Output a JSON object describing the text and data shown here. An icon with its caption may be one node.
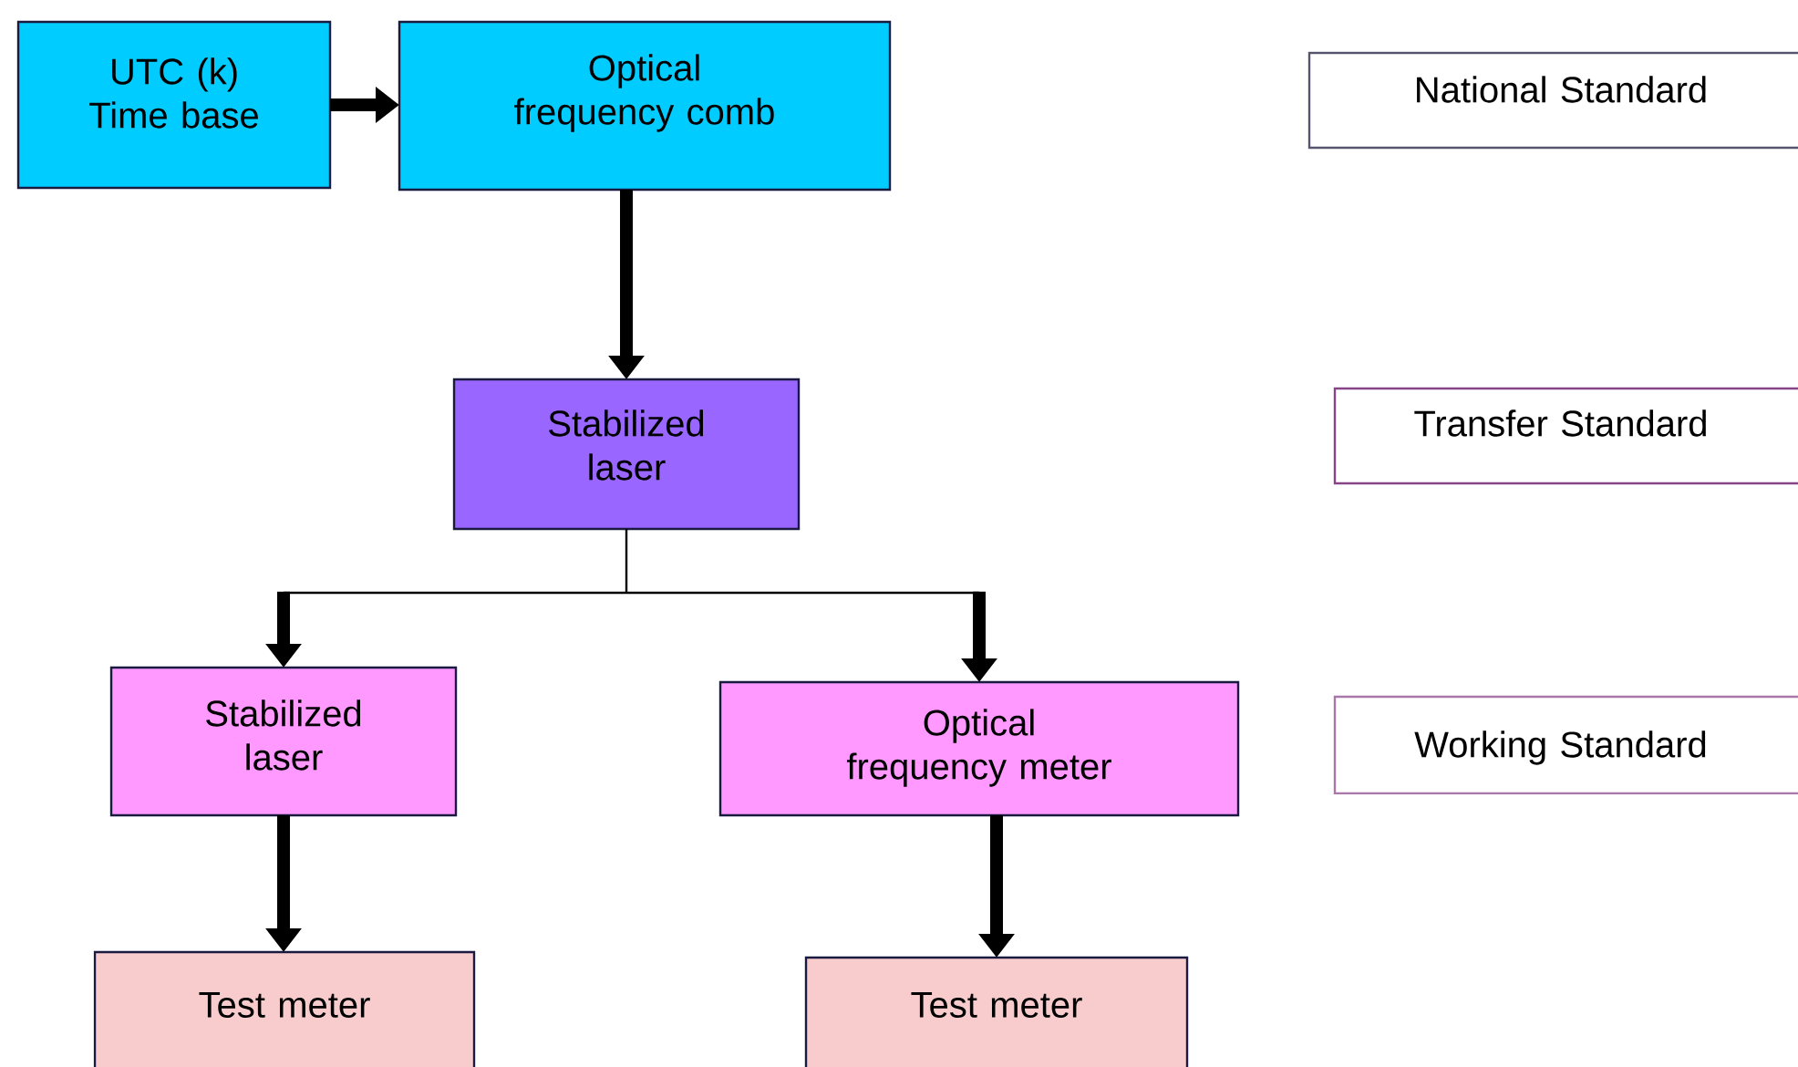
{
  "diagram": {
    "nodes": [
      {
        "text": [
          "UTC (k) Time base"
        ]
      },
      {
        "text": [
          "Optical frequency comb"
        ]
      },
      {
        "text": [
          "Stabilized laser"
        ]
      },
      {
        "text": [
          "Stabilized laser"
        ]
      },
      {
        "text": [
          "Optical frequency meter"
        ]
      },
      {
        "text": [
          "Test meter"
        ]
      },
      {
        "text": [
          "Test meter"
        ]
      },
      {
        "text": [
          "National Standard"
        ]
      },
      {
        "text": [
          "Transfer Standard"
        ]
      },
      {
        "text": [
          "Working Standard"
        ]
      }
    ],
    "edges": [
      {
        "from": 0,
        "to": 1,
        "arrow": "to"
      },
      {
        "from": 1,
        "to": 2,
        "arrow": "to"
      },
      {
        "from": 2,
        "to": 3,
        "arrow": "to"
      },
      {
        "from": 2,
        "to": 4,
        "arrow": "to"
      },
      {
        "from": 3,
        "to": 5,
        "arrow": "to"
      },
      {
        "from": 4,
        "to": 6,
        "arrow": "to"
      }
    ]
  }
}
